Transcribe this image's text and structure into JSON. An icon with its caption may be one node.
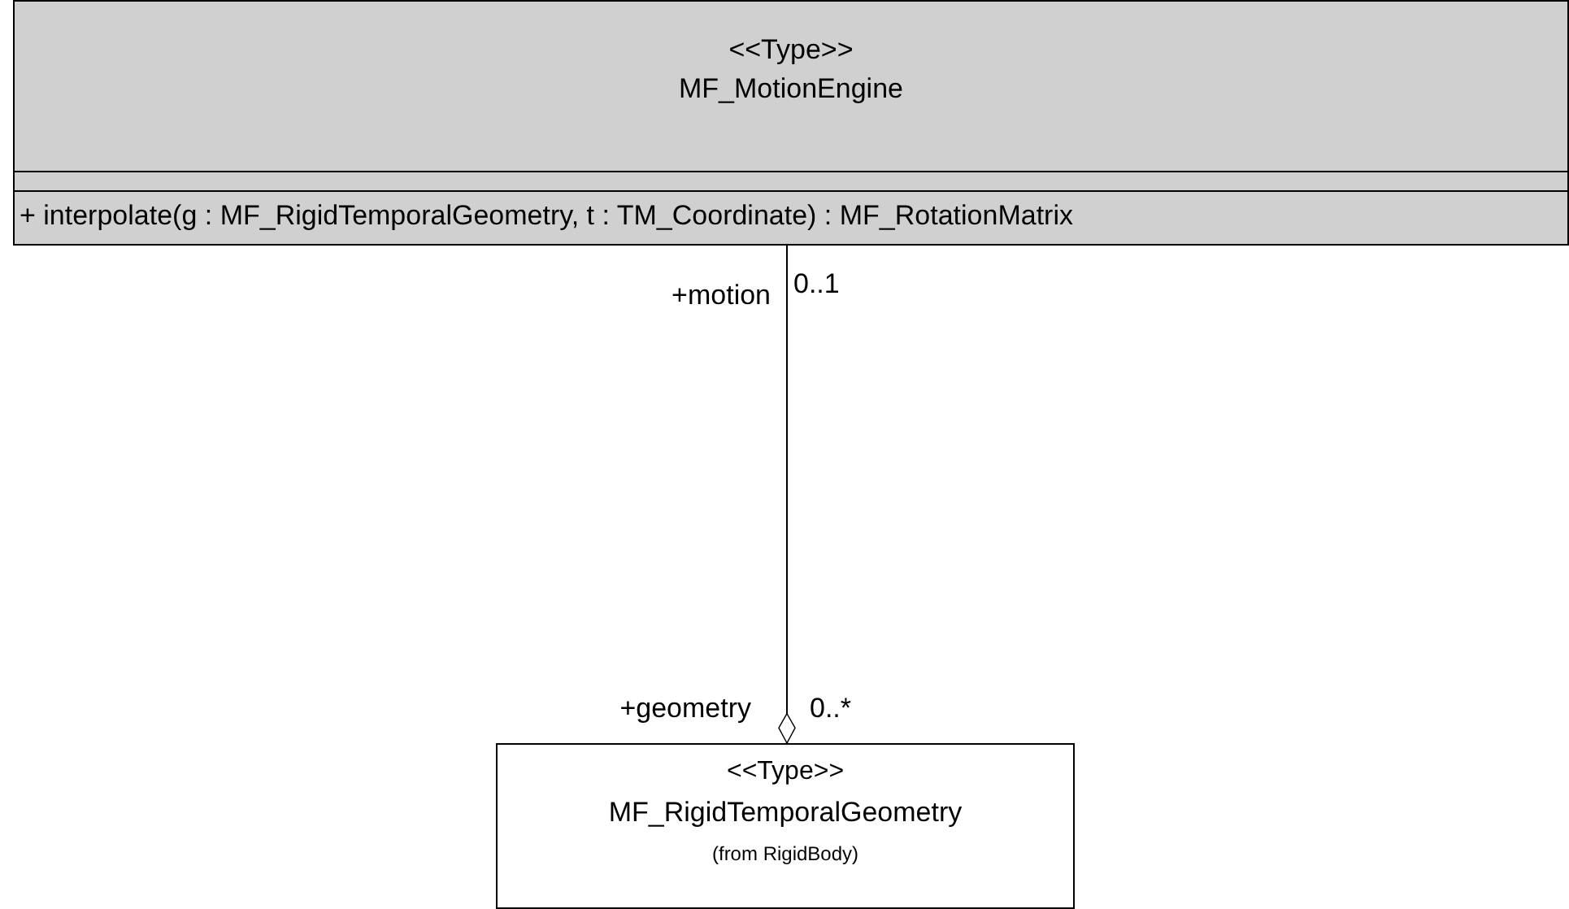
{
  "diagram": {
    "nodes": [
      {
        "text": [
          "<<Type>>",
          "MF_MotionEngine",
          "+ interpolate(g : MF_RigidTemporalGeometry, t : TM_Coordinate) : MF_RotationMatrix"
        ]
      },
      {
        "text": [
          "<<Type>>",
          "MF_RigidTemporalGeometry",
          "(from RigidBody)"
        ]
      }
    ],
    "edges": [
      {
        "from": 0,
        "to": 1,
        "arrow": "other"
      }
    ],
    "labels": [
      "+motion",
      "0..1",
      "+geometry",
      "0..*"
    ]
  }
}
